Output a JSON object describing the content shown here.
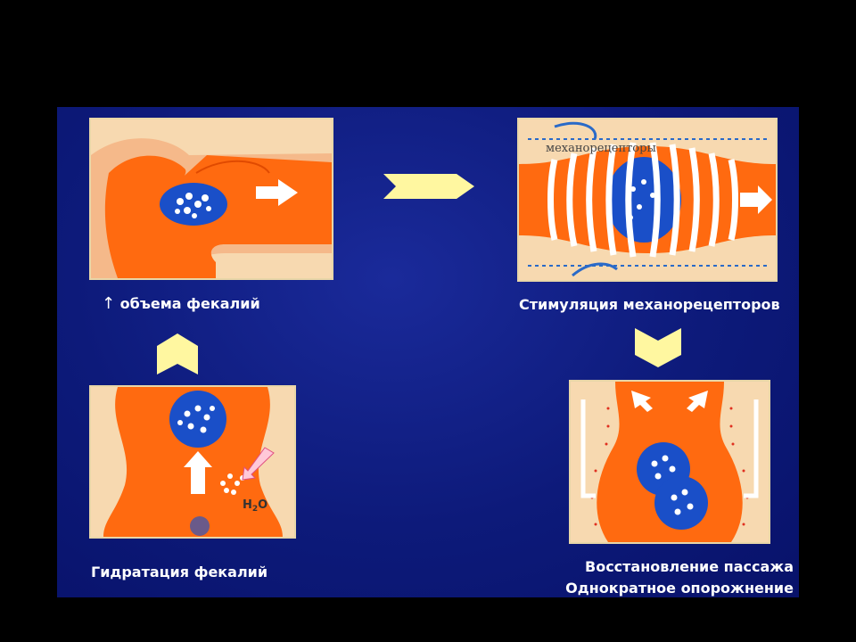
{
  "captions": {
    "volume_arrow": "↑",
    "volume": "объема фекалий",
    "stimulation": "Стимуляция механорецепторов",
    "hydration": "Гидратация фекалий",
    "restore_line1": "Восстановление пассажа",
    "restore_line2": "Однократное опорожнение"
  },
  "panel_labels": {
    "mechanoreceptors": "механорецепторы",
    "water": "H",
    "water_sub": "2",
    "water_tail": "O"
  },
  "colors": {
    "background": "#0d1a7a",
    "tissue": "#ff7a1a",
    "lumen_wall": "#f7d9b0",
    "pellet": "#1a4fc8",
    "arrow_fill": "#fff7a0"
  }
}
